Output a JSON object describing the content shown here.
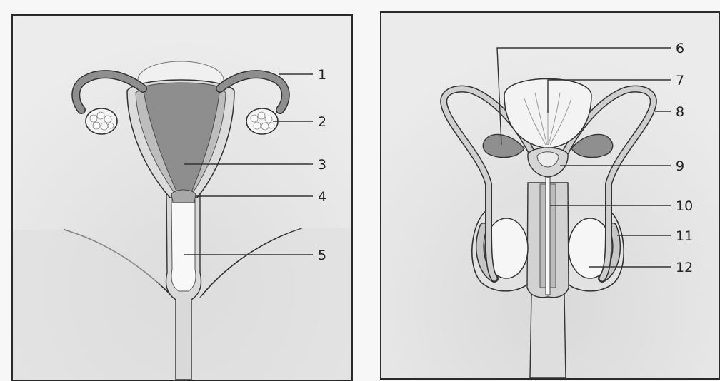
{
  "female_diagram": {
    "labels": [
      {
        "id": "1",
        "text": "1"
      },
      {
        "id": "2",
        "text": "2"
      },
      {
        "id": "3",
        "text": "3"
      },
      {
        "id": "4",
        "text": "4"
      },
      {
        "id": "5",
        "text": "5"
      }
    ]
  },
  "male_diagram": {
    "labels": [
      {
        "id": "6",
        "text": "6"
      },
      {
        "id": "7",
        "text": "7"
      },
      {
        "id": "8",
        "text": "8"
      },
      {
        "id": "9",
        "text": "9"
      },
      {
        "id": "10",
        "text": "10"
      },
      {
        "id": "11",
        "text": "11"
      },
      {
        "id": "12",
        "text": "12"
      }
    ]
  },
  "colors": {
    "background": "#e9e9e9",
    "tissue_light": "#f5f5f5",
    "tissue_mid": "#c9c9c9",
    "tissue_dark": "#8f8f8f",
    "outline": "#333333"
  }
}
